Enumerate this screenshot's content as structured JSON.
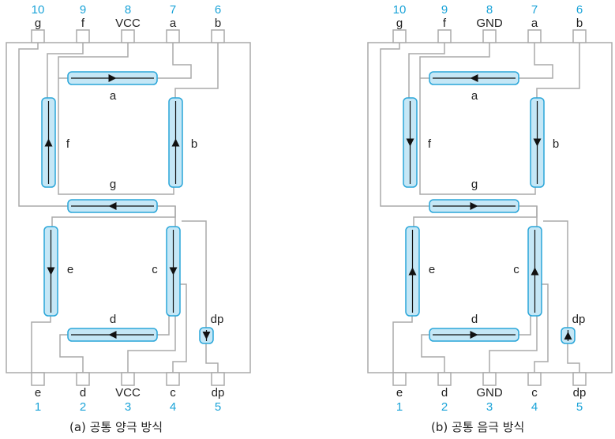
{
  "colors": {
    "pin_number": "#1aa3d8",
    "segment_fill": "#c5e7f6",
    "segment_stroke": "#2aa6d9",
    "line": "#aaaaaa",
    "text": "#222222"
  },
  "panels": [
    {
      "id": "a",
      "caption": "(a) 공통 양극 방식",
      "top_pins": [
        {
          "num": "10",
          "label": "g"
        },
        {
          "num": "9",
          "label": "f"
        },
        {
          "num": "8",
          "label": "VCC"
        },
        {
          "num": "7",
          "label": "a"
        },
        {
          "num": "6",
          "label": "b"
        }
      ],
      "bottom_pins": [
        {
          "num": "1",
          "label": "e"
        },
        {
          "num": "2",
          "label": "d"
        },
        {
          "num": "3",
          "label": "VCC"
        },
        {
          "num": "4",
          "label": "c"
        },
        {
          "num": "5",
          "label": "dp"
        }
      ],
      "segments": {
        "a": {
          "label": "a",
          "arrow": "right"
        },
        "b": {
          "label": "b",
          "arrow": "up"
        },
        "f": {
          "label": "f",
          "arrow": "up"
        },
        "g": {
          "label": "g",
          "arrow": "left"
        },
        "e": {
          "label": "e",
          "arrow": "down"
        },
        "c": {
          "label": "c",
          "arrow": "down"
        },
        "d": {
          "label": "d",
          "arrow": "left"
        },
        "dp": {
          "label": "dp",
          "arrow": "down"
        }
      }
    },
    {
      "id": "b",
      "caption": "(b) 공통 음극 방식",
      "top_pins": [
        {
          "num": "10",
          "label": "g"
        },
        {
          "num": "9",
          "label": "f"
        },
        {
          "num": "8",
          "label": "GND"
        },
        {
          "num": "7",
          "label": "a"
        },
        {
          "num": "6",
          "label": "b"
        }
      ],
      "bottom_pins": [
        {
          "num": "1",
          "label": "e"
        },
        {
          "num": "2",
          "label": "d"
        },
        {
          "num": "3",
          "label": "GND"
        },
        {
          "num": "4",
          "label": "c"
        },
        {
          "num": "5",
          "label": "dp"
        }
      ],
      "segments": {
        "a": {
          "label": "a",
          "arrow": "left"
        },
        "b": {
          "label": "b",
          "arrow": "down"
        },
        "f": {
          "label": "f",
          "arrow": "down"
        },
        "g": {
          "label": "g",
          "arrow": "right"
        },
        "e": {
          "label": "e",
          "arrow": "up"
        },
        "c": {
          "label": "c",
          "arrow": "up"
        },
        "d": {
          "label": "d",
          "arrow": "right"
        },
        "dp": {
          "label": "dp",
          "arrow": "up"
        }
      }
    }
  ]
}
